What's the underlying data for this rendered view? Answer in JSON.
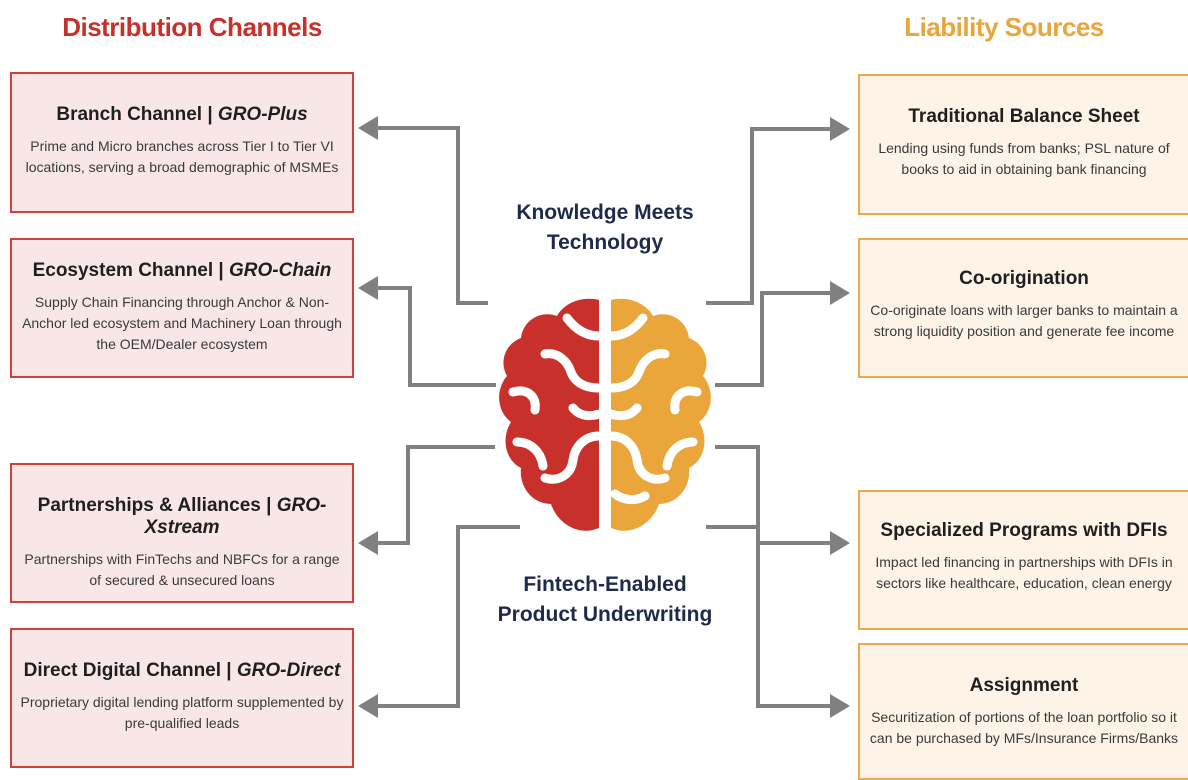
{
  "headings": {
    "distribution": "Distribution Channels",
    "liability": "Liability Sources"
  },
  "center": {
    "top_line1": "Knowledge Meets",
    "top_line2": "Technology",
    "bottom_line1": "Fintech-Enabled",
    "bottom_line2": "Product Underwriting"
  },
  "distribution_channels": [
    {
      "name": "Branch Channel | ",
      "brand": "GRO-Plus",
      "desc": "Prime and Micro branches across Tier I to Tier VI locations, serving a broad demographic of MSMEs"
    },
    {
      "name": "Ecosystem Channel | ",
      "brand": "GRO-Chain",
      "desc": "Supply Chain Financing through Anchor & Non-Anchor led ecosystem and Machinery Loan through the OEM/Dealer ecosystem"
    },
    {
      "name": "Partnerships & Alliances | ",
      "brand": "GRO-Xstream",
      "desc": "Partnerships with FinTechs and NBFCs for a range of secured & unsecured loans"
    },
    {
      "name": "Direct Digital Channel | ",
      "brand": "GRO-Direct",
      "desc": "Proprietary digital lending platform supplemented by pre-qualified leads"
    }
  ],
  "liability_sources": [
    {
      "name": "Traditional Balance Sheet",
      "desc": "Lending using funds from banks; PSL nature of books to aid in obtaining bank financing"
    },
    {
      "name": "Co-origination",
      "desc": "Co-originate loans with larger banks to maintain a strong liquidity position and generate fee income"
    },
    {
      "name": "Specialized Programs with DFIs",
      "desc": "Impact led financing in partnerships with DFIs in sectors like healthcare, education, clean energy"
    },
    {
      "name": "Assignment",
      "desc": "Securitization of portions of the loan portfolio so it can be purchased by MFs/Insurance Firms/Banks"
    }
  ],
  "colors": {
    "distribution_accent": "#c8312b",
    "liability_accent": "#eaa53b",
    "brain_left": "#c8312b",
    "brain_right": "#eaa53b",
    "connector": "#808080",
    "center_text": "#1f2a4a"
  },
  "icons": {
    "brain": "brain-icon",
    "arrow": "arrow-icon"
  }
}
